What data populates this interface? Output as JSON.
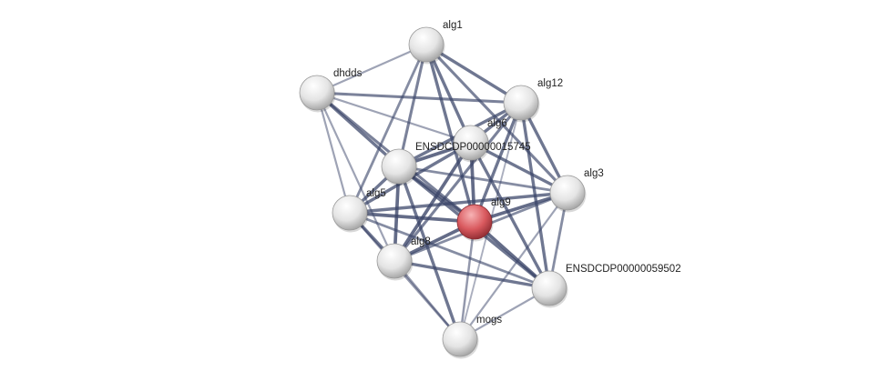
{
  "network": {
    "query_node": "alg9",
    "colors": {
      "edge": "#3a4468",
      "node": "#e6e6e6",
      "query_node": "#d9595e"
    },
    "nodes": [
      "alg1",
      "dhdds",
      "alg12",
      "alg6",
      "ENSDCDP00000015745",
      "alg3",
      "alg5",
      "alg9",
      "alg8",
      "ENSDCDP00000059502",
      "mogs"
    ],
    "edges": [
      [
        "alg1",
        "dhdds",
        0.4
      ],
      [
        "alg1",
        "alg12",
        0.8
      ],
      [
        "alg1",
        "alg6",
        0.8
      ],
      [
        "alg1",
        "ENSDCDP00000015745",
        0.7
      ],
      [
        "alg1",
        "alg9",
        0.8
      ],
      [
        "alg1",
        "alg5",
        0.6
      ],
      [
        "alg1",
        "alg3",
        0.7
      ],
      [
        "dhdds",
        "alg12",
        0.7
      ],
      [
        "dhdds",
        "alg6",
        0.4
      ],
      [
        "dhdds",
        "ENSDCDP00000015745",
        0.8
      ],
      [
        "dhdds",
        "alg5",
        0.4
      ],
      [
        "dhdds",
        "alg8",
        0.4
      ],
      [
        "dhdds",
        "alg9",
        0.7
      ],
      [
        "alg12",
        "alg6",
        0.8
      ],
      [
        "alg12",
        "ENSDCDP00000015745",
        0.8
      ],
      [
        "alg12",
        "alg3",
        0.8
      ],
      [
        "alg12",
        "alg9",
        0.8
      ],
      [
        "alg12",
        "ENSDCDP00000059502",
        0.8
      ],
      [
        "alg12",
        "alg8",
        0.7
      ],
      [
        "alg12",
        "mogs",
        0.3
      ],
      [
        "alg6",
        "ENSDCDP00000015745",
        0.9
      ],
      [
        "alg6",
        "alg5",
        0.8
      ],
      [
        "alg6",
        "alg9",
        0.9
      ],
      [
        "alg6",
        "alg8",
        0.9
      ],
      [
        "alg6",
        "alg3",
        0.8
      ],
      [
        "alg6",
        "ENSDCDP00000059502",
        0.8
      ],
      [
        "ENSDCDP00000015745",
        "alg5",
        0.8
      ],
      [
        "ENSDCDP00000015745",
        "alg9",
        0.9
      ],
      [
        "ENSDCDP00000015745",
        "alg8",
        0.9
      ],
      [
        "ENSDCDP00000015745",
        "alg3",
        0.6
      ],
      [
        "ENSDCDP00000015745",
        "ENSDCDP00000059502",
        0.8
      ],
      [
        "ENSDCDP00000015745",
        "mogs",
        0.8
      ],
      [
        "alg5",
        "alg9",
        0.9
      ],
      [
        "alg5",
        "alg8",
        0.8
      ],
      [
        "alg5",
        "alg3",
        0.8
      ],
      [
        "alg5",
        "ENSDCDP00000059502",
        0.6
      ],
      [
        "alg5",
        "mogs",
        0.5
      ],
      [
        "alg9",
        "alg8",
        0.9
      ],
      [
        "alg9",
        "alg3",
        0.9
      ],
      [
        "alg9",
        "ENSDCDP00000059502",
        0.9
      ],
      [
        "alg9",
        "mogs",
        0.5
      ],
      [
        "alg8",
        "alg3",
        0.6
      ],
      [
        "alg8",
        "ENSDCDP00000059502",
        0.8
      ],
      [
        "alg8",
        "mogs",
        0.5
      ],
      [
        "alg3",
        "ENSDCDP00000059502",
        0.6
      ],
      [
        "alg3",
        "mogs",
        0.4
      ],
      [
        "ENSDCDP00000059502",
        "mogs",
        0.4
      ]
    ]
  }
}
